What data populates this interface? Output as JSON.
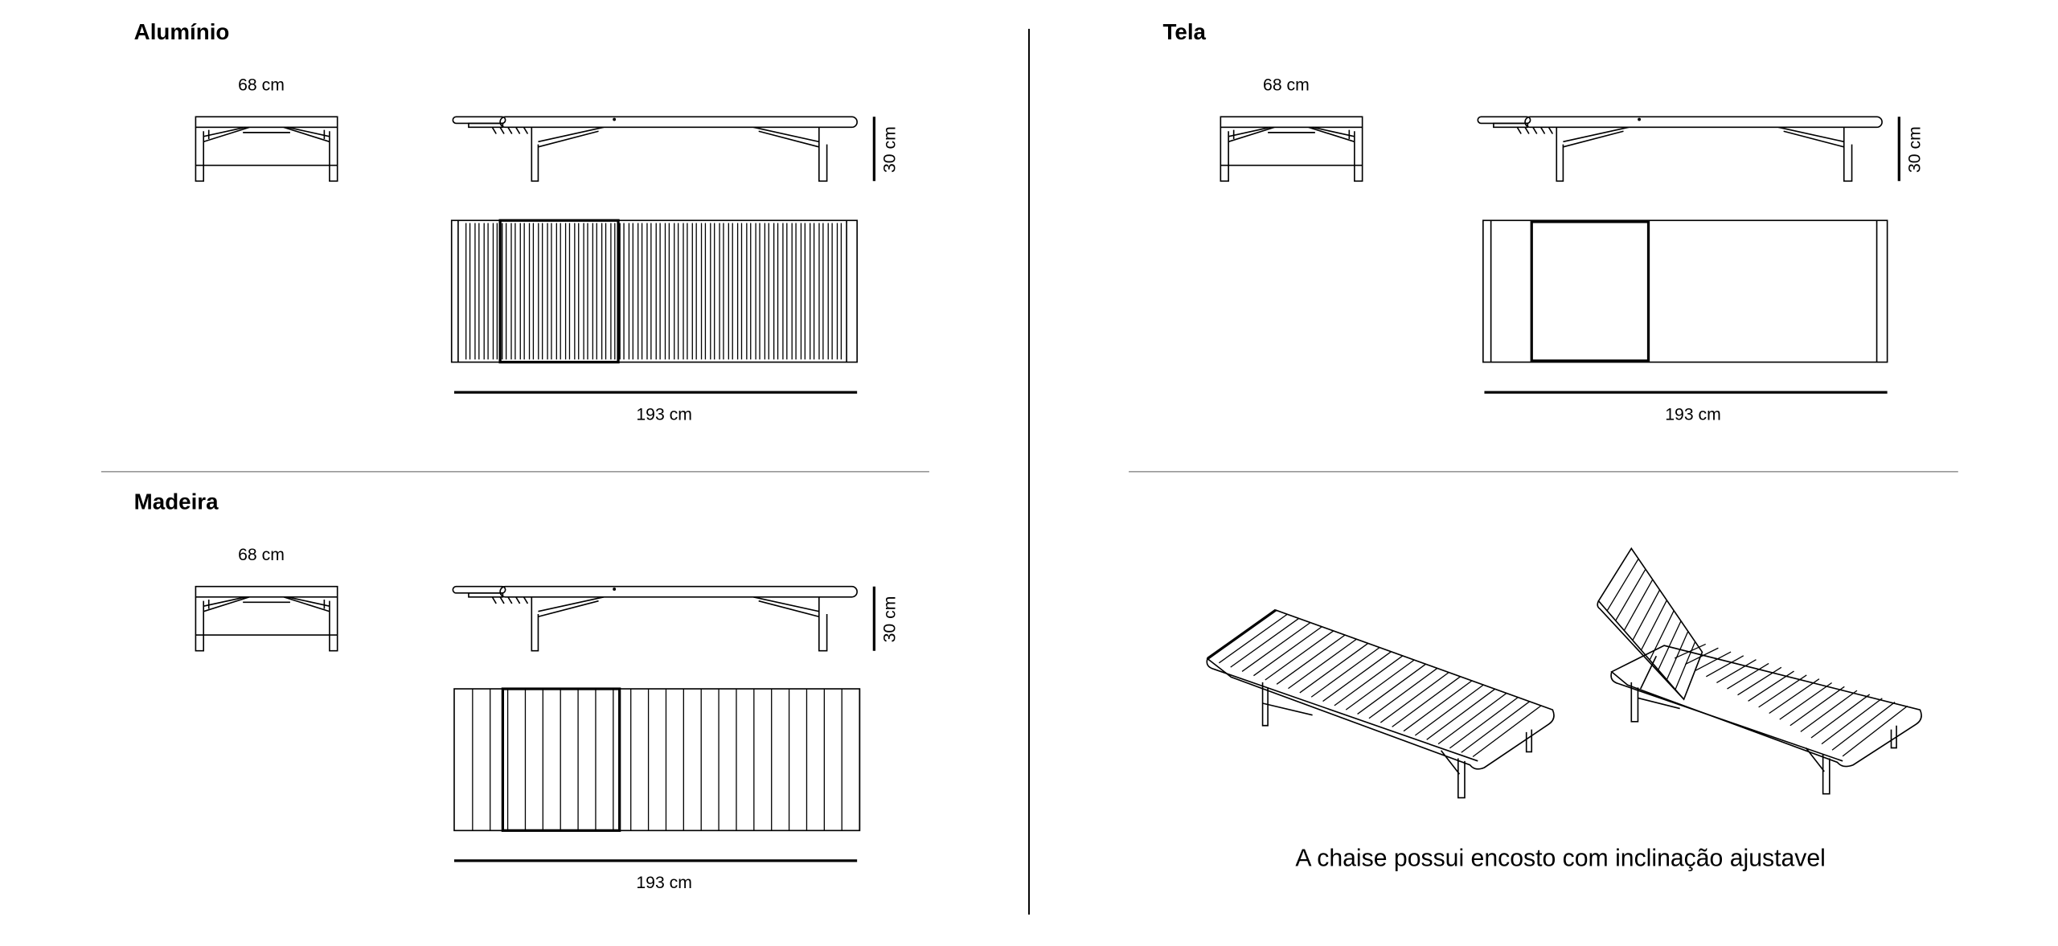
{
  "sections": {
    "aluminio": {
      "title": "Alumínio",
      "width": "68 cm",
      "height": "30 cm",
      "length": "193 cm"
    },
    "madeira": {
      "title": "Madeira",
      "width": "68 cm",
      "height": "30 cm",
      "length": "193 cm"
    },
    "tela": {
      "title": "Tela",
      "width": "68 cm",
      "height": "30 cm",
      "length": "193 cm"
    }
  },
  "caption": "A chaise possui encosto com inclinação ajustavel",
  "colors": {
    "line": "#000000",
    "divider": "#999999",
    "background": "#ffffff"
  }
}
